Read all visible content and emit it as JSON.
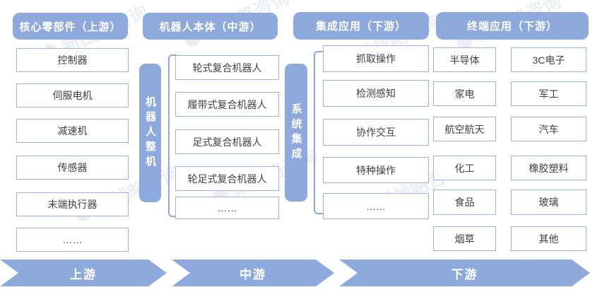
{
  "colors": {
    "accent": "#8EA9DB",
    "box_border": "#9EB2DC",
    "box_text": "#404040"
  },
  "headers": {
    "col1": "核心零部件（上游）",
    "col2": "机器人本体（中游）",
    "col3": "集成应用（下游）",
    "col4": "终端应用（下游）"
  },
  "col1": {
    "items": [
      "控制器",
      "伺服电机",
      "减速机",
      "传感器",
      "末端执行器",
      "……"
    ]
  },
  "bars": {
    "robot_machine": "机器人整机",
    "system_integration": "系统集成"
  },
  "col2": {
    "items": [
      "轮式复合机器人",
      "履带式复合机器人",
      "足式复合机器人",
      "轮足式复合机器人",
      "……"
    ]
  },
  "col3": {
    "items": [
      "抓取操作",
      "检测感知",
      "协作交互",
      "特种操作",
      "……"
    ]
  },
  "col4": {
    "left": [
      "半导体",
      "家电",
      "航空航天",
      "化工",
      "食品",
      "烟草"
    ],
    "right": [
      "3C电子",
      "军工",
      "汽车",
      "橡胶塑料",
      "玻璃",
      "其他"
    ]
  },
  "flow": {
    "upstream": "上游",
    "midstream": "中游",
    "downstream": "下游"
  },
  "watermark": {
    "text": "新战略咨询"
  }
}
